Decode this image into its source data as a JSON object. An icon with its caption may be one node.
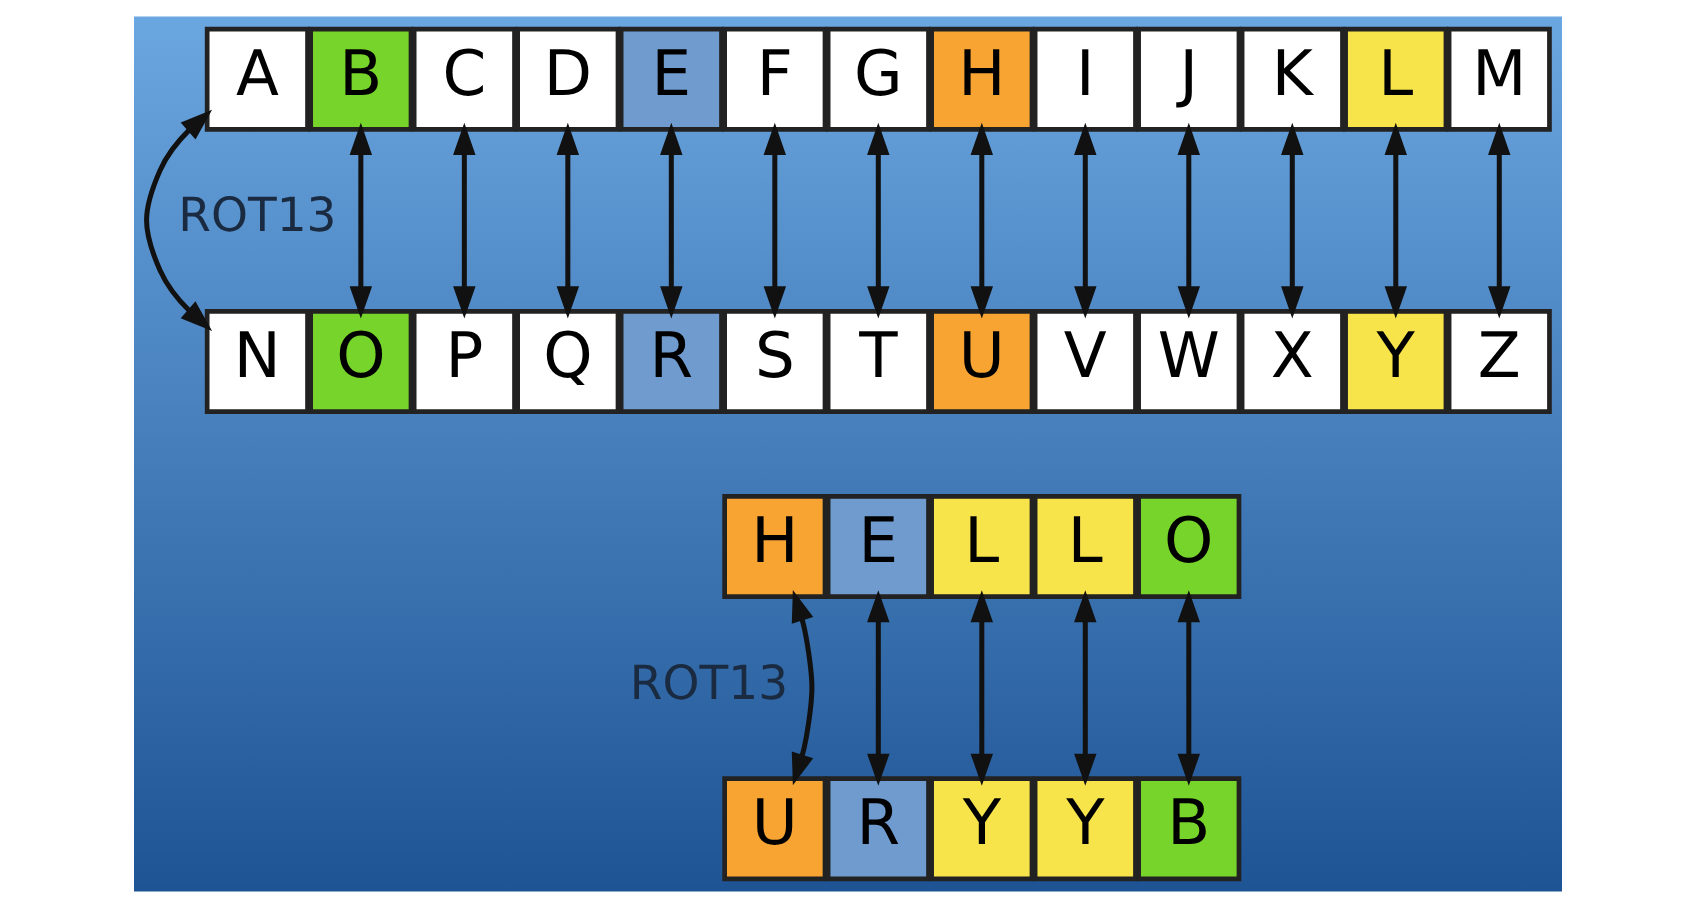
{
  "diagram": {
    "nodes": [
      {
        "text": [
          "A"
        ]
      },
      {
        "text": [
          "B"
        ]
      },
      {
        "text": [
          "C"
        ]
      },
      {
        "text": [
          "D"
        ]
      },
      {
        "text": [
          "E"
        ]
      },
      {
        "text": [
          "F"
        ]
      },
      {
        "text": [
          "G"
        ]
      },
      {
        "text": [
          "H"
        ]
      },
      {
        "text": [
          "I"
        ]
      },
      {
        "text": [
          "J"
        ]
      },
      {
        "text": [
          "K"
        ]
      },
      {
        "text": [
          "L"
        ]
      },
      {
        "text": [
          "M"
        ]
      },
      {
        "text": [
          "N"
        ]
      },
      {
        "text": [
          "O"
        ]
      },
      {
        "text": [
          "P"
        ]
      },
      {
        "text": [
          "Q"
        ]
      },
      {
        "text": [
          "R"
        ]
      },
      {
        "text": [
          "S"
        ]
      },
      {
        "text": [
          "T"
        ]
      },
      {
        "text": [
          "U"
        ]
      },
      {
        "text": [
          "V"
        ]
      },
      {
        "text": [
          "W"
        ]
      },
      {
        "text": [
          "X"
        ]
      },
      {
        "text": [
          "Y"
        ]
      },
      {
        "text": [
          "Z"
        ]
      },
      {
        "text": [
          "H"
        ]
      },
      {
        "text": [
          "E"
        ]
      },
      {
        "text": [
          "L"
        ]
      },
      {
        "text": [
          "L"
        ]
      },
      {
        "text": [
          "O"
        ]
      },
      {
        "text": [
          "U"
        ]
      },
      {
        "text": [
          "R"
        ]
      },
      {
        "text": [
          "Y"
        ]
      },
      {
        "text": [
          "Y"
        ]
      },
      {
        "text": [
          "B"
        ]
      }
    ],
    "edges": [
      {
        "from": 0,
        "to": 13,
        "arrow": "both"
      },
      {
        "from": 1,
        "to": 14,
        "arrow": "both"
      },
      {
        "from": 2,
        "to": 15,
        "arrow": "both"
      },
      {
        "from": 3,
        "to": 16,
        "arrow": "both"
      },
      {
        "from": 4,
        "to": 17,
        "arrow": "both"
      },
      {
        "from": 5,
        "to": 18,
        "arrow": "both"
      },
      {
        "from": 6,
        "to": 19,
        "arrow": "both"
      },
      {
        "from": 7,
        "to": 20,
        "arrow": "both"
      },
      {
        "from": 8,
        "to": 21,
        "arrow": "both"
      },
      {
        "from": 9,
        "to": 22,
        "arrow": "both"
      },
      {
        "from": 10,
        "to": 23,
        "arrow": "both"
      },
      {
        "from": 11,
        "to": 24,
        "arrow": "both"
      },
      {
        "from": 12,
        "to": 25,
        "arrow": "both"
      },
      {
        "from": 26,
        "to": 31,
        "arrow": "both"
      },
      {
        "from": 27,
        "to": 32,
        "arrow": "both"
      },
      {
        "from": 28,
        "to": 33,
        "arrow": "both"
      },
      {
        "from": 29,
        "to": 34,
        "arrow": "both"
      },
      {
        "from": 30,
        "to": 35,
        "arrow": "both"
      }
    ],
    "labels": [
      "ROT13",
      "ROT13"
    ]
  }
}
